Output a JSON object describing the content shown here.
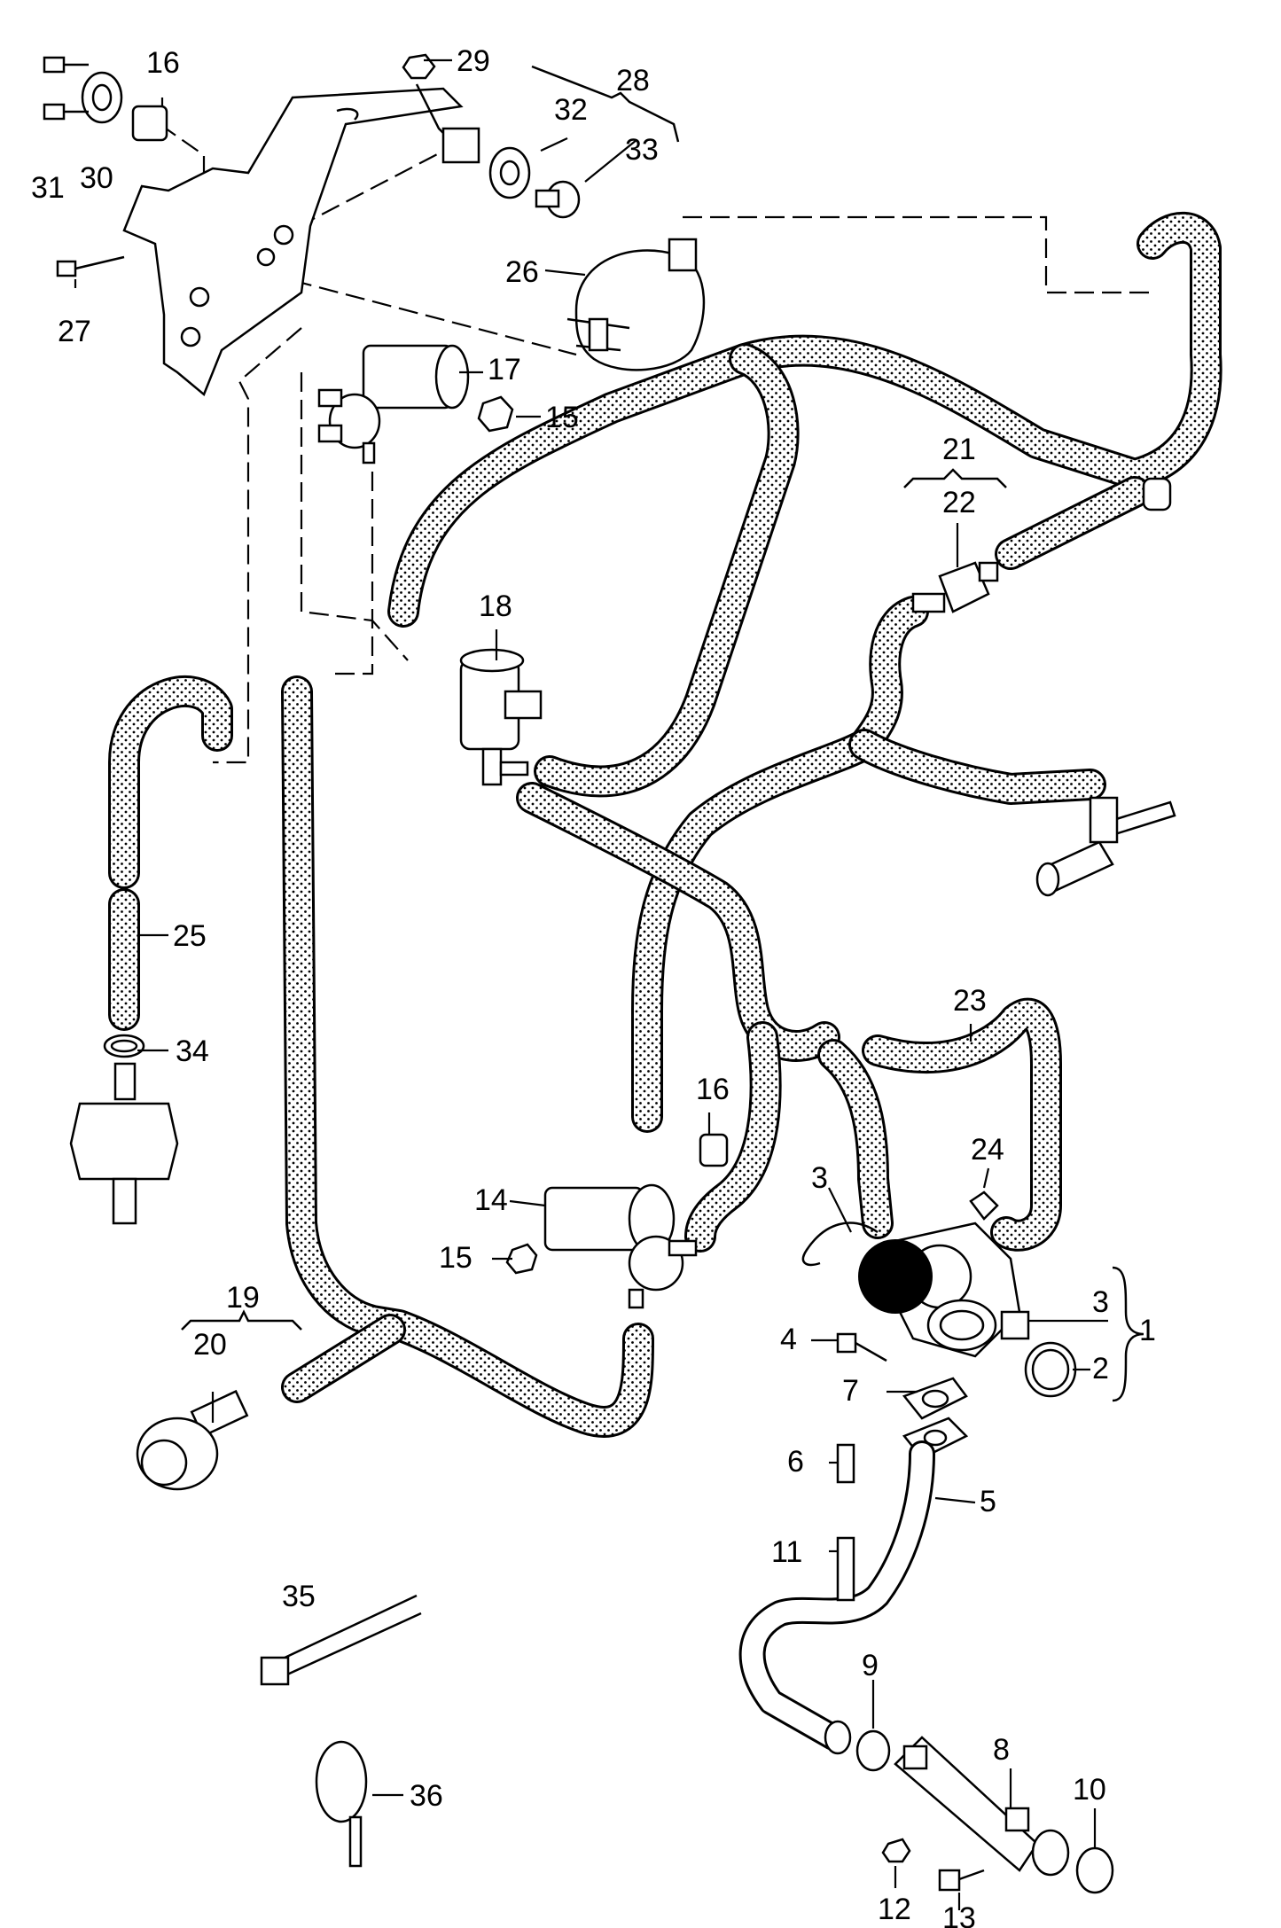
{
  "callouts": [
    {
      "id": "1",
      "text": "1"
    },
    {
      "id": "2",
      "text": "2"
    },
    {
      "id": "3a",
      "text": "3"
    },
    {
      "id": "3b",
      "text": "3"
    },
    {
      "id": "4",
      "text": "4"
    },
    {
      "id": "5",
      "text": "5"
    },
    {
      "id": "6",
      "text": "6"
    },
    {
      "id": "7",
      "text": "7"
    },
    {
      "id": "8",
      "text": "8"
    },
    {
      "id": "9",
      "text": "9"
    },
    {
      "id": "10",
      "text": "10"
    },
    {
      "id": "11",
      "text": "11"
    },
    {
      "id": "12",
      "text": "12"
    },
    {
      "id": "13",
      "text": "13"
    },
    {
      "id": "14",
      "text": "14"
    },
    {
      "id": "15a",
      "text": "15"
    },
    {
      "id": "15b",
      "text": "15"
    },
    {
      "id": "16a",
      "text": "16"
    },
    {
      "id": "16b",
      "text": "16"
    },
    {
      "id": "17",
      "text": "17"
    },
    {
      "id": "18",
      "text": "18"
    },
    {
      "id": "19",
      "text": "19"
    },
    {
      "id": "20",
      "text": "20"
    },
    {
      "id": "21",
      "text": "21"
    },
    {
      "id": "22",
      "text": "22"
    },
    {
      "id": "23",
      "text": "23"
    },
    {
      "id": "24",
      "text": "24"
    },
    {
      "id": "25",
      "text": "25"
    },
    {
      "id": "26",
      "text": "26"
    },
    {
      "id": "27",
      "text": "27"
    },
    {
      "id": "28",
      "text": "28"
    },
    {
      "id": "29",
      "text": "29"
    },
    {
      "id": "30",
      "text": "30"
    },
    {
      "id": "31",
      "text": "31"
    },
    {
      "id": "32",
      "text": "32"
    },
    {
      "id": "33",
      "text": "33"
    },
    {
      "id": "34",
      "text": "34"
    },
    {
      "id": "35",
      "text": "35"
    },
    {
      "id": "36",
      "text": "36"
    }
  ]
}
